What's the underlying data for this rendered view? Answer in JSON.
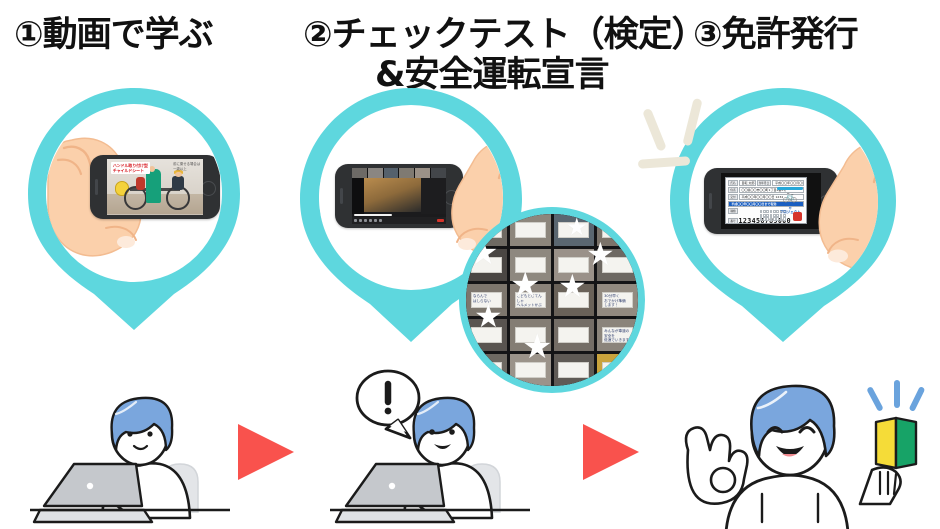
{
  "page": {
    "background": "#ffffff",
    "accent_cyan": "#5ed7de",
    "accent_red": "#f9524d",
    "hair_blue": "#7aa6dd",
    "sparkle_cream": "#ece7d8",
    "sparkle_blue": "#6aa3dd"
  },
  "steps": [
    {
      "id": "step1",
      "number_label": "①",
      "title": "①動画で学ぶ",
      "pin_name": "pin-learn-by-video",
      "photo_alt": "スマートフォンで自転車安全動画を視聴する手"
    },
    {
      "id": "step2",
      "number_label": "②",
      "title": "②チェックテスト（検定）",
      "title_line2": "&安全運転宣言",
      "pin_name": "pin-check-test",
      "photo_alt": "スマートフォンでオンライン検定を受講する手"
    },
    {
      "id": "step3",
      "number_label": "③",
      "title": "③免許発行",
      "pin_name": "pin-license-issue",
      "photo_alt": "スマートフォンに表示された自転車免許証"
    }
  ],
  "video_still": {
    "caption_red": "ハンドル取り付け型\nチャイルドシート",
    "caption_side": "前に乗せる場合は\n一歳以上",
    "scene": "自転車とチャイルドシートの実演映像"
  },
  "meeting_still": {
    "scene": "オンライン会議の画面共有",
    "toolbar_record_label": "REC"
  },
  "license_still": {
    "fields": [
      {
        "label": "氏名",
        "value": "自転 太郎"
      },
      {
        "label": "生年月日",
        "value": "平成〇〇年〇〇月〇〇日生"
      },
      {
        "label": "住所",
        "value": "〇〇県〇〇市〇〇町1丁目2番3号"
      },
      {
        "label": "交付",
        "value": "平成〇〇年〇〇月〇〇日 1234"
      },
      {
        "label": "有効期限",
        "value": "平成〇〇年〇〇月〇〇日まで有効"
      },
      {
        "label": "種類",
        "value": "自転車"
      }
    ],
    "license_number": "123456789000",
    "logo_caption": "おやこじてんしゃ\nプロジェクト",
    "logo_top_text": "自転車免許証"
  },
  "collage": {
    "alt": "オンライン参加者が安全運転宣言を書いたボードを掲げている様子",
    "boards": [
      "とび出し\nぜったいしません！",
      "",
      "",
      "",
      "",
      "",
      "",
      "",
      "ならんで\nはしらない",
      "こどもとじてんしゃ\nヘルメットかぶります",
      "",
      "30分早く\nおでかけ準備\nします！",
      "",
      "",
      "",
      "みんなが車道の\n安全を\n低速でいきます",
      "",
      "",
      "",
      ""
    ],
    "star_count": 8
  },
  "people": [
    {
      "name": "person-watching-video",
      "description": "ノートパソコンで動画を見る女性",
      "bubble": null
    },
    {
      "name": "person-taking-test",
      "description": "ノートパソコンで検定を受ける女性",
      "bubble": "!"
    },
    {
      "name": "person-with-license",
      "description": "免許を取得して喜ぶ女性",
      "bubble": null,
      "badge": "若葉マーク"
    }
  ],
  "arrows": [
    {
      "name": "flow-arrow-1",
      "direction": "right",
      "color": "#f9524d"
    },
    {
      "name": "flow-arrow-2",
      "direction": "right",
      "color": "#f9524d"
    }
  ]
}
